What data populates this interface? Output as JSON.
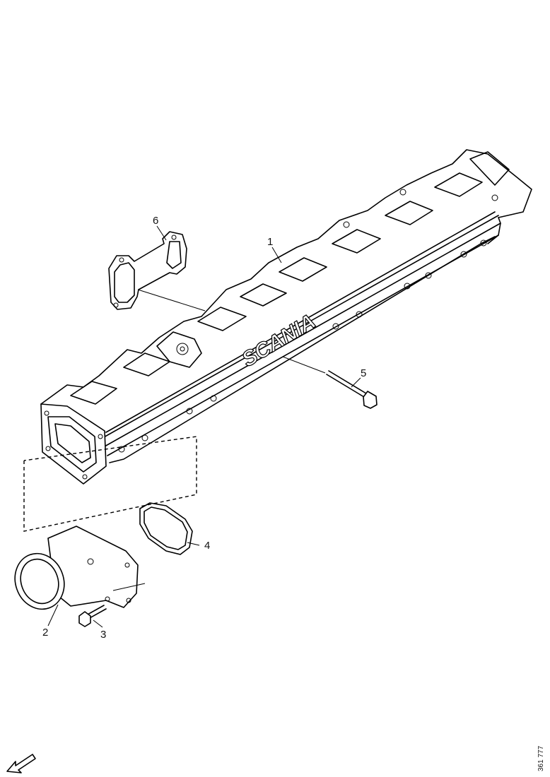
{
  "diagram": {
    "callouts": [
      {
        "id": "1",
        "label": "1"
      },
      {
        "id": "2",
        "label": "2"
      },
      {
        "id": "3",
        "label": "3"
      },
      {
        "id": "4",
        "label": "4"
      },
      {
        "id": "5",
        "label": "5"
      },
      {
        "id": "6",
        "label": "6"
      }
    ],
    "logo_text": "SCANIA",
    "reference_number": "361 777"
  }
}
